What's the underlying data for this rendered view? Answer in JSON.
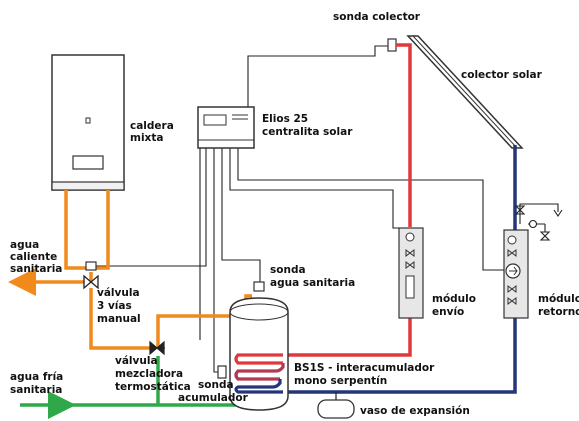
{
  "labels": {
    "sonda_colector": "sonda colector",
    "colector_solar": "colector solar",
    "caldera_line1": "caldera",
    "caldera_line2": "mixta",
    "elios_line1": "Elios 25",
    "elios_line2": "centralita solar",
    "agua_caliente_line1": "agua",
    "agua_caliente_line2": "caliente",
    "agua_caliente_line3": "sanitaria",
    "valvula3_line1": "válvula",
    "valvula3_line2": "3 vías",
    "valvula3_line3": "manual",
    "sonda_agua_line1": "sonda",
    "sonda_agua_line2": "agua sanitaria",
    "modulo_envio_line1": "módulo",
    "modulo_envio_line2": "envío",
    "modulo_retorno_line1": "módulo",
    "modulo_retorno_line2": "retorno",
    "mezcladora_line1": "válvula",
    "mezcladora_line2": "mezcladora",
    "mezcladora_line3": "termostática",
    "agua_fria_line1": "agua fría",
    "agua_fria_line2": "sanitaria",
    "sonda_acum_line1": "sonda",
    "sonda_acum_line2": "acumulador",
    "bs1s_line1": "BS1S - interacumulador",
    "bs1s_line2": "mono serpentín",
    "vaso_expansion": "vaso de expansión"
  },
  "colors": {
    "hot_water": "#f08a1c",
    "cold_water": "#2fa84a",
    "solar_flow": "#e0393c",
    "solar_return": "#24357a",
    "wiring": "#222222",
    "equipment_fill": "#ffffff",
    "module_fill": "#e7e7e7"
  }
}
